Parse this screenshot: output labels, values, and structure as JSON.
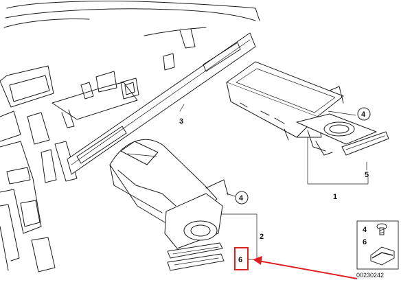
{
  "callouts": {
    "part1": "1",
    "part2": "2",
    "part3": "3",
    "part4_upper": "4",
    "part4_lower": "4",
    "part5": "5",
    "part6": "6"
  },
  "legend": {
    "screw_number": "4",
    "clip_number": "6",
    "diagram_code": "00230242"
  },
  "highlight": {
    "target_part": "6",
    "color": "#e02020"
  }
}
